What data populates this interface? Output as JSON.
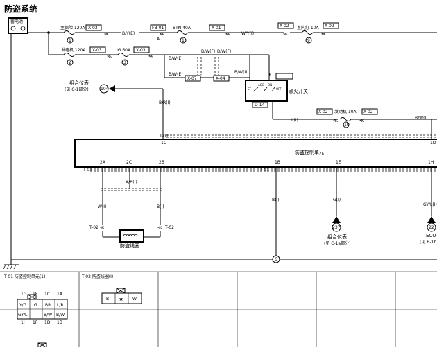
{
  "title": "防盗系统",
  "battery": "蓄电池",
  "fuses": [
    {
      "name": "主保险 120A",
      "conn": "X-03",
      "num": "1"
    },
    {
      "name": "发电机 120A",
      "conn": "X-03",
      "num": "2"
    },
    {
      "name": "IG 60A",
      "conn": "X-03",
      "num": "3"
    },
    {
      "name": "BTN 40A",
      "conn": "X-01",
      "num": "1"
    },
    {
      "name": "室内灯 10A",
      "conn": "X-02",
      "num": "9",
      "conn_left": "X-02"
    },
    {
      "name": "发动机 10A",
      "conn": "X-02",
      "num": "19",
      "conn_left": "X-02"
    }
  ],
  "wires": {
    "byE": "B/Y(E)",
    "wy": "W/Y(I)",
    "bwE1": "B/W(E)",
    "bwE2": "B/W(E)",
    "bwF1": "B/W(F)",
    "bwF2": "B/W(F)",
    "bwI": "B/W(I)",
    "bw1": "B/W(I)",
    "br": "B/R(I)",
    "br2": "B/R(I)",
    "l": "L(I)",
    "bwr": "B/W(I)",
    "w": "W(I)",
    "b": "B(I)",
    "b2": "B(I)",
    "g": "G(I)",
    "gyl": "GY/L(I)"
  },
  "labels": {
    "fb01": "FB-01",
    "a": "A",
    "x07": "X-07",
    "x04": "X-04",
    "d14": "D-14",
    "ignition": "点火开关",
    "meter_top": "组合仪表",
    "meter_top_ref": "(见 C-1部分)",
    "meter_top_num": "104",
    "ctrl_unit": "防盗控制单元",
    "t01_top": "T-01",
    "pin_1c": "1C",
    "pin_1d": "1D",
    "pin_2a": "2A",
    "pin_2c": "2C",
    "pin_2b": "2B",
    "pin_1b": "1B",
    "pin_1e": "1E",
    "pin_1h": "1H",
    "t01_a": "T-01",
    "t01_b": "T-01",
    "t02_a": "T-02",
    "t02_b": "T-02",
    "coil": "防盗线圈",
    "meter_bot": "组合仪表",
    "meter_bot_ref": "(见 C-1a部分)",
    "meter_bot_num": "237",
    "ecu": "ECU",
    "ecu_ref": "(见 B-1b",
    "ecu_num": "22",
    "ground_num": "6",
    "sw_f": "F",
    "sw_st": "ST",
    "sw_acc": "ACC",
    "sw_on": "ON",
    "sw_off": "OFF"
  },
  "connectors": {
    "t01_title": "T-01  防盗控制单元(1)",
    "t01_top_pins": [
      "1G",
      "1E",
      "1C",
      "1A"
    ],
    "t01_row1": [
      "Y/G",
      "G",
      "BR",
      "L/R"
    ],
    "t01_row2": [
      "GY/L",
      "",
      "B/W",
      "B/W"
    ],
    "t01_bot_pins": [
      "1H",
      "1F",
      "1D",
      "1B"
    ],
    "t02_title": "T-02  防盗线圈(I)",
    "t02_row": [
      "B",
      "★",
      "W"
    ]
  }
}
